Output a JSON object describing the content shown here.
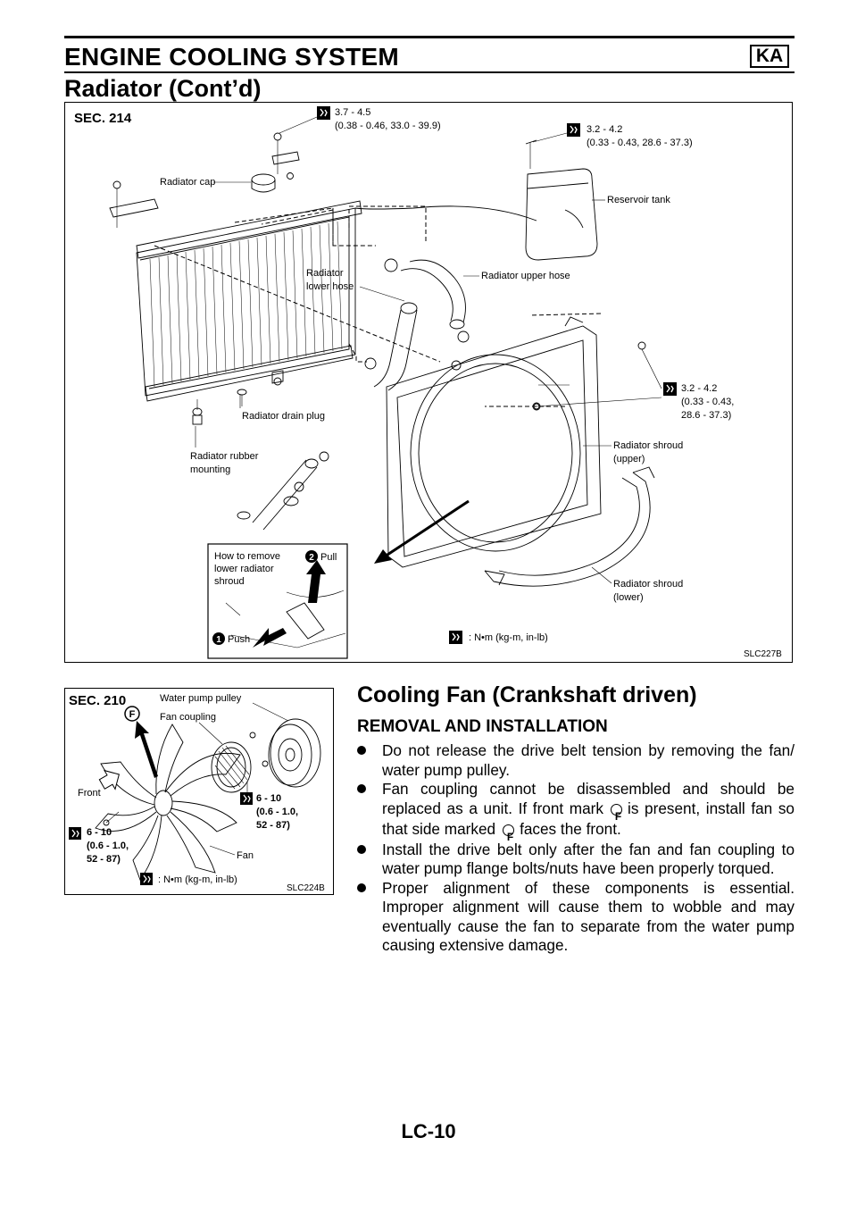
{
  "header": {
    "title": "ENGINE COOLING SYSTEM",
    "badge": "KA",
    "subtitle": "Radiator (Cont’d)"
  },
  "figure1": {
    "sec": "SEC. 214",
    "code": "SLC227B",
    "torque_top1": [
      "3.7 - 4.5",
      "(0.38 - 0.46, 33.0 - 39.9)"
    ],
    "torque_top2": [
      "3.2 - 4.2",
      "(0.33 - 0.43, 28.6 - 37.3)"
    ],
    "torque_right": [
      "3.2 - 4.2",
      "(0.33 - 0.43,",
      "28.6 - 37.3)"
    ],
    "radiator_cap": "Radiator cap",
    "reservoir_tank": "Reservoir tank",
    "lower_hose": [
      "Radiator",
      "lower hose"
    ],
    "upper_hose": "Radiator upper hose",
    "drain_plug": "Radiator drain plug",
    "rubber_mounting": [
      "Radiator rubber",
      "mounting"
    ],
    "shroud_upper": [
      "Radiator shroud",
      "(upper)"
    ],
    "shroud_lower": [
      "Radiator shroud",
      "(lower)"
    ],
    "inset_title": [
      "How to remove",
      "lower radiator",
      "shroud"
    ],
    "inset_step1_num": "1",
    "inset_step1": "Push",
    "inset_step2_num": "2",
    "inset_step2": "Pull",
    "unit_legend": ": N•m (kg-m, in-lb)"
  },
  "figure2": {
    "sec": "SEC. 210",
    "code": "SLC224B",
    "front_mark": "F",
    "water_pump_pulley": "Water pump pulley",
    "fan_coupling": "Fan coupling",
    "front": "Front",
    "fan": "Fan",
    "torque_right": [
      "6 - 10",
      "(0.6 - 1.0,",
      "52 - 87)"
    ],
    "torque_left": [
      "6 - 10",
      "(0.6 - 1.0,",
      "52 - 87)"
    ],
    "unit_legend": ": N•m (kg-m, in-lb)"
  },
  "section": {
    "title": "Cooling Fan (Crankshaft driven)",
    "subtitle": "REMOVAL AND INSTALLATION",
    "mark_letter": "F",
    "b1": "Do not release the drive belt tension by removing the fan/ water pump pulley.",
    "b2a": "Fan coupling cannot be disassembled and should be replaced as a unit. If front mark",
    "b2b": "is present, install fan so that side marked",
    "b2c": "faces the front.",
    "b3": "Install the drive belt only after the fan and fan coupling to water pump flange bolts/nuts have been properly torqued.",
    "b4": "Proper alignment of these components is essential. Improper alignment will cause them to wobble and may eventually cause the fan to separate from the water pump causing extensive damage."
  },
  "footer": {
    "page": "LC-10"
  }
}
